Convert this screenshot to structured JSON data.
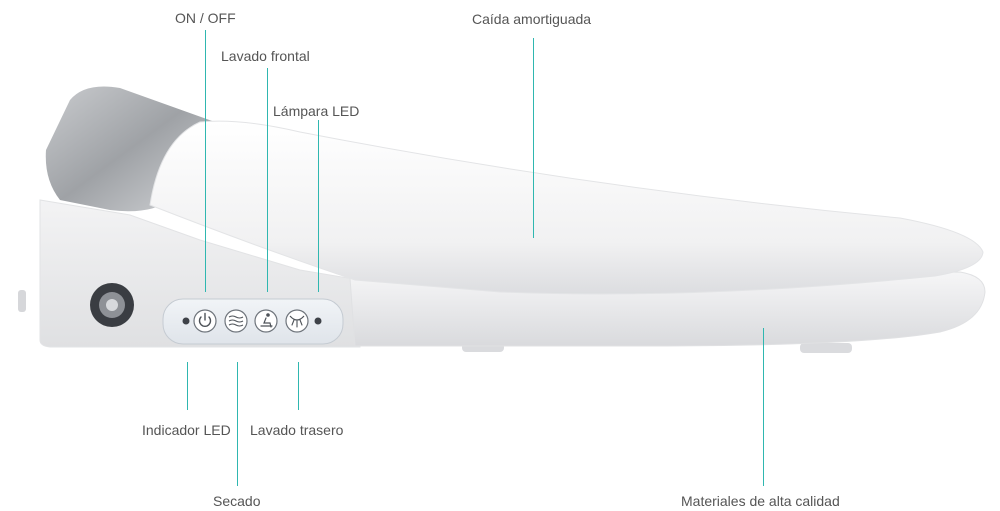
{
  "labels": {
    "on_off": "ON / OFF",
    "lavado_frontal": "Lavado frontal",
    "lampara_led": "Lámpara LED",
    "caida_amortiguada": "Caída amortiguada",
    "indicador_led": "Indicador LED",
    "lavado_trasero": "Lavado trasero",
    "secado": "Secado",
    "materiales": "Materiales de alta calidad"
  },
  "colors": {
    "leader": "#2fb7b0",
    "label_text": "#555555",
    "panel": "#e9edf1",
    "seat": "#f4f4f5",
    "hinge": "#a9abae"
  },
  "icons": [
    "led-dot-icon",
    "power-icon",
    "dry-waves-icon",
    "front-wash-icon",
    "lamp-icon",
    "led-dot-icon"
  ]
}
